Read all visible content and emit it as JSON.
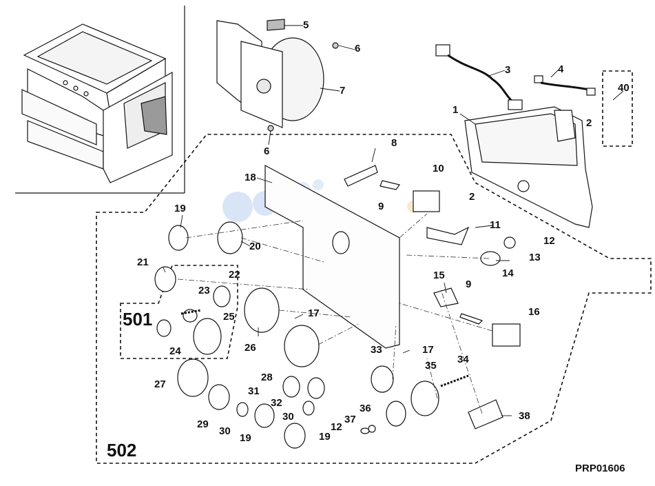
{
  "figure_code": "PRP01606",
  "group_labels": {
    "g501": "501",
    "g502": "502"
  },
  "callouts": [
    {
      "text": "5"
    },
    {
      "text": "6"
    },
    {
      "text": "7"
    },
    {
      "text": "6"
    },
    {
      "text": "3"
    },
    {
      "text": "4"
    },
    {
      "text": "40"
    },
    {
      "text": "1"
    },
    {
      "text": "2"
    },
    {
      "text": "8"
    },
    {
      "text": "18"
    },
    {
      "text": "10"
    },
    {
      "text": "9"
    },
    {
      "text": "2"
    },
    {
      "text": "19"
    },
    {
      "text": "11"
    },
    {
      "text": "12"
    },
    {
      "text": "20"
    },
    {
      "text": "13"
    },
    {
      "text": "21"
    },
    {
      "text": "14"
    },
    {
      "text": "22"
    },
    {
      "text": "15"
    },
    {
      "text": "23"
    },
    {
      "text": "9"
    },
    {
      "text": "16"
    },
    {
      "text": "25"
    },
    {
      "text": "17"
    },
    {
      "text": "26"
    },
    {
      "text": "24"
    },
    {
      "text": "17"
    },
    {
      "text": "33"
    },
    {
      "text": "34"
    },
    {
      "text": "35"
    },
    {
      "text": "28"
    },
    {
      "text": "27"
    },
    {
      "text": "31"
    },
    {
      "text": "32"
    },
    {
      "text": "29"
    },
    {
      "text": "36"
    },
    {
      "text": "38"
    },
    {
      "text": "30"
    },
    {
      "text": "30"
    },
    {
      "text": "37"
    },
    {
      "text": "12"
    },
    {
      "text": "19"
    },
    {
      "text": "19"
    }
  ]
}
